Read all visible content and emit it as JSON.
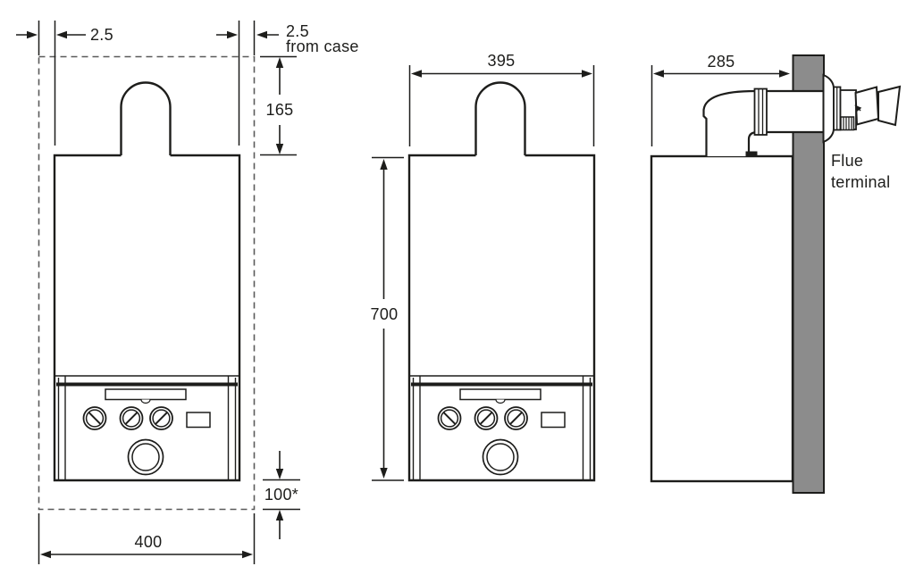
{
  "colors": {
    "line": "#1d1d1b",
    "dashed": "#5a5a5a",
    "wall_fill": "#8c8c8c",
    "background": "#ffffff"
  },
  "front_clearance_view": {
    "left_clearance": "2.5",
    "right_clearance": "2.5",
    "right_clearance_note": "from case",
    "top_clearance": "165",
    "bottom_clearance": "100*",
    "overall_width": "400"
  },
  "front_view": {
    "case_width": "395",
    "case_height": "700"
  },
  "side_view": {
    "flue_depth": "285",
    "flue_terminal_label_line1": "Flue",
    "flue_terminal_label_line2": "terminal"
  }
}
